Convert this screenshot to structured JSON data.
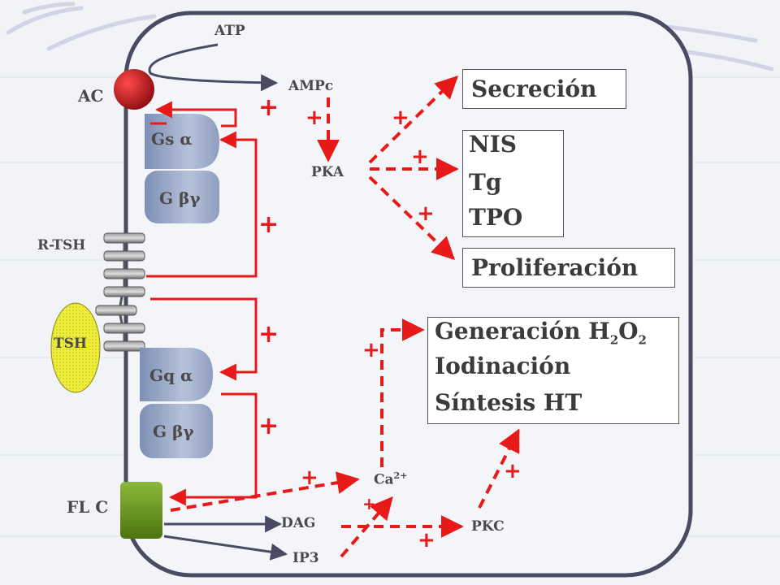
{
  "labels": {
    "atp": "ATP",
    "ampc": "AMPc",
    "ac": "AC",
    "pka": "PKA",
    "gs_alpha": "Gs α",
    "g_beta_gamma_top": "G βγ",
    "r_tsh": "R-TSH",
    "tsh": "TSH",
    "gq_alpha": "Gq α",
    "g_beta_gamma_bottom": "G βγ",
    "flc": "FL C",
    "dag": "DAG",
    "ip3": "IP3",
    "ca": "Ca",
    "ca_sup": "2+",
    "pkc": "PKC"
  },
  "outcomes": {
    "secrecion": "Secreción",
    "nis": "NIS",
    "tg": "Tg",
    "tpo": "TPO",
    "proliferacion": "Proliferación",
    "generacion_pre": "Generación H",
    "generacion_sub1": "2",
    "generacion_mid": "O",
    "generacion_sub2": "2",
    "iodinacion": "Iodinación",
    "sintesis": "Síntesis HT"
  },
  "plus_sign": "+",
  "colors": {
    "arrow_red": "#e81919",
    "cell_border": "#4a4a63",
    "ac_red": "#c4161c",
    "flc_green": "#6b9a1a",
    "tsh_yellow": "#f2f24a",
    "gprotein": "#9aa8c4"
  }
}
